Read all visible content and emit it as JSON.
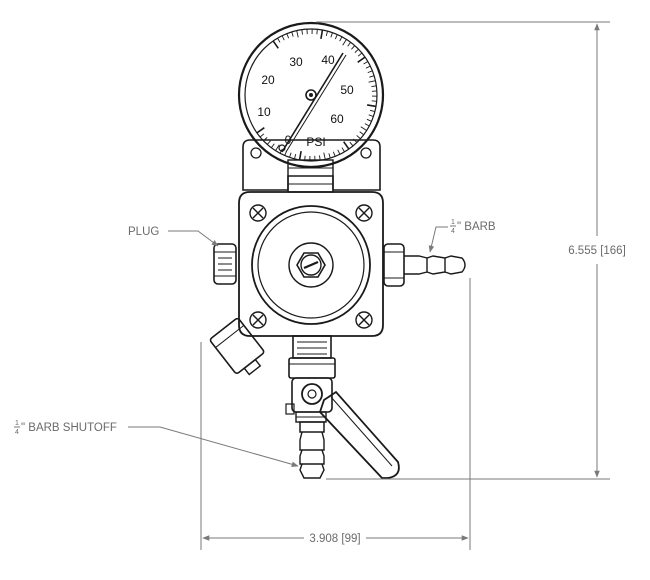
{
  "gauge": {
    "unit": "PSI",
    "scale": [
      "0",
      "10",
      "20",
      "30",
      "40",
      "50",
      "60"
    ],
    "needle_value": 40
  },
  "callouts": {
    "plug": "PLUG",
    "barb_frac_num": "1",
    "barb_frac_den": "4",
    "barb_text": "\" BARB",
    "shutoff_frac_num": "1",
    "shutoff_frac_den": "4",
    "shutoff_text": "\" BARB SHUTOFF"
  },
  "dimensions": {
    "height": "6.555 [166]",
    "width": "3.908 [99]"
  },
  "colors": {
    "line": "#1a1a1a",
    "dimension": "#7a7a7a",
    "label": "#6b6b6b"
  }
}
